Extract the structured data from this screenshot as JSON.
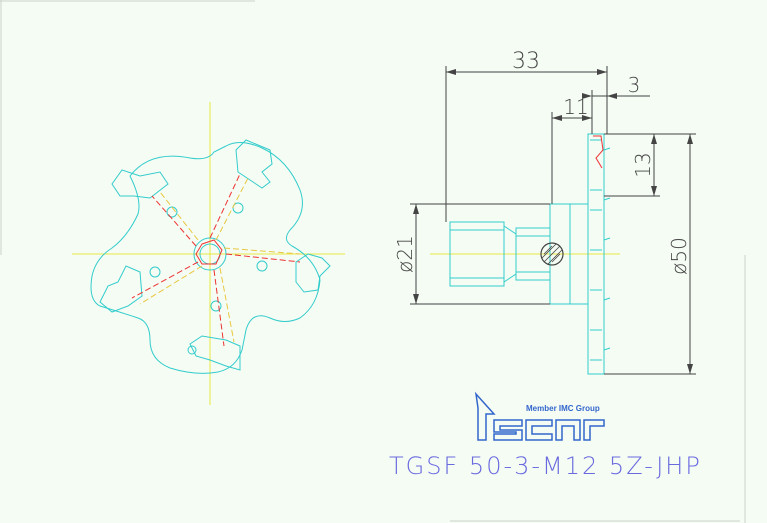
{
  "dimensions": {
    "overall_length": "33",
    "width": "3",
    "depth": "11",
    "cut_depth": "13",
    "shank_diameter": "ø21",
    "cutting_diameter": "ø50"
  },
  "logo": {
    "member_text": "Member IMC Group",
    "brand": "iscar"
  },
  "part_number": "TGSF 50-3-M12 5Z-JHP",
  "colors": {
    "background": "#f5fcf4",
    "outline": "#33cccc",
    "dimension": "#444444",
    "centerline": "#e8e840",
    "edge": "#ee3333",
    "brand": "#3366cc",
    "title": "#6a6adf"
  }
}
